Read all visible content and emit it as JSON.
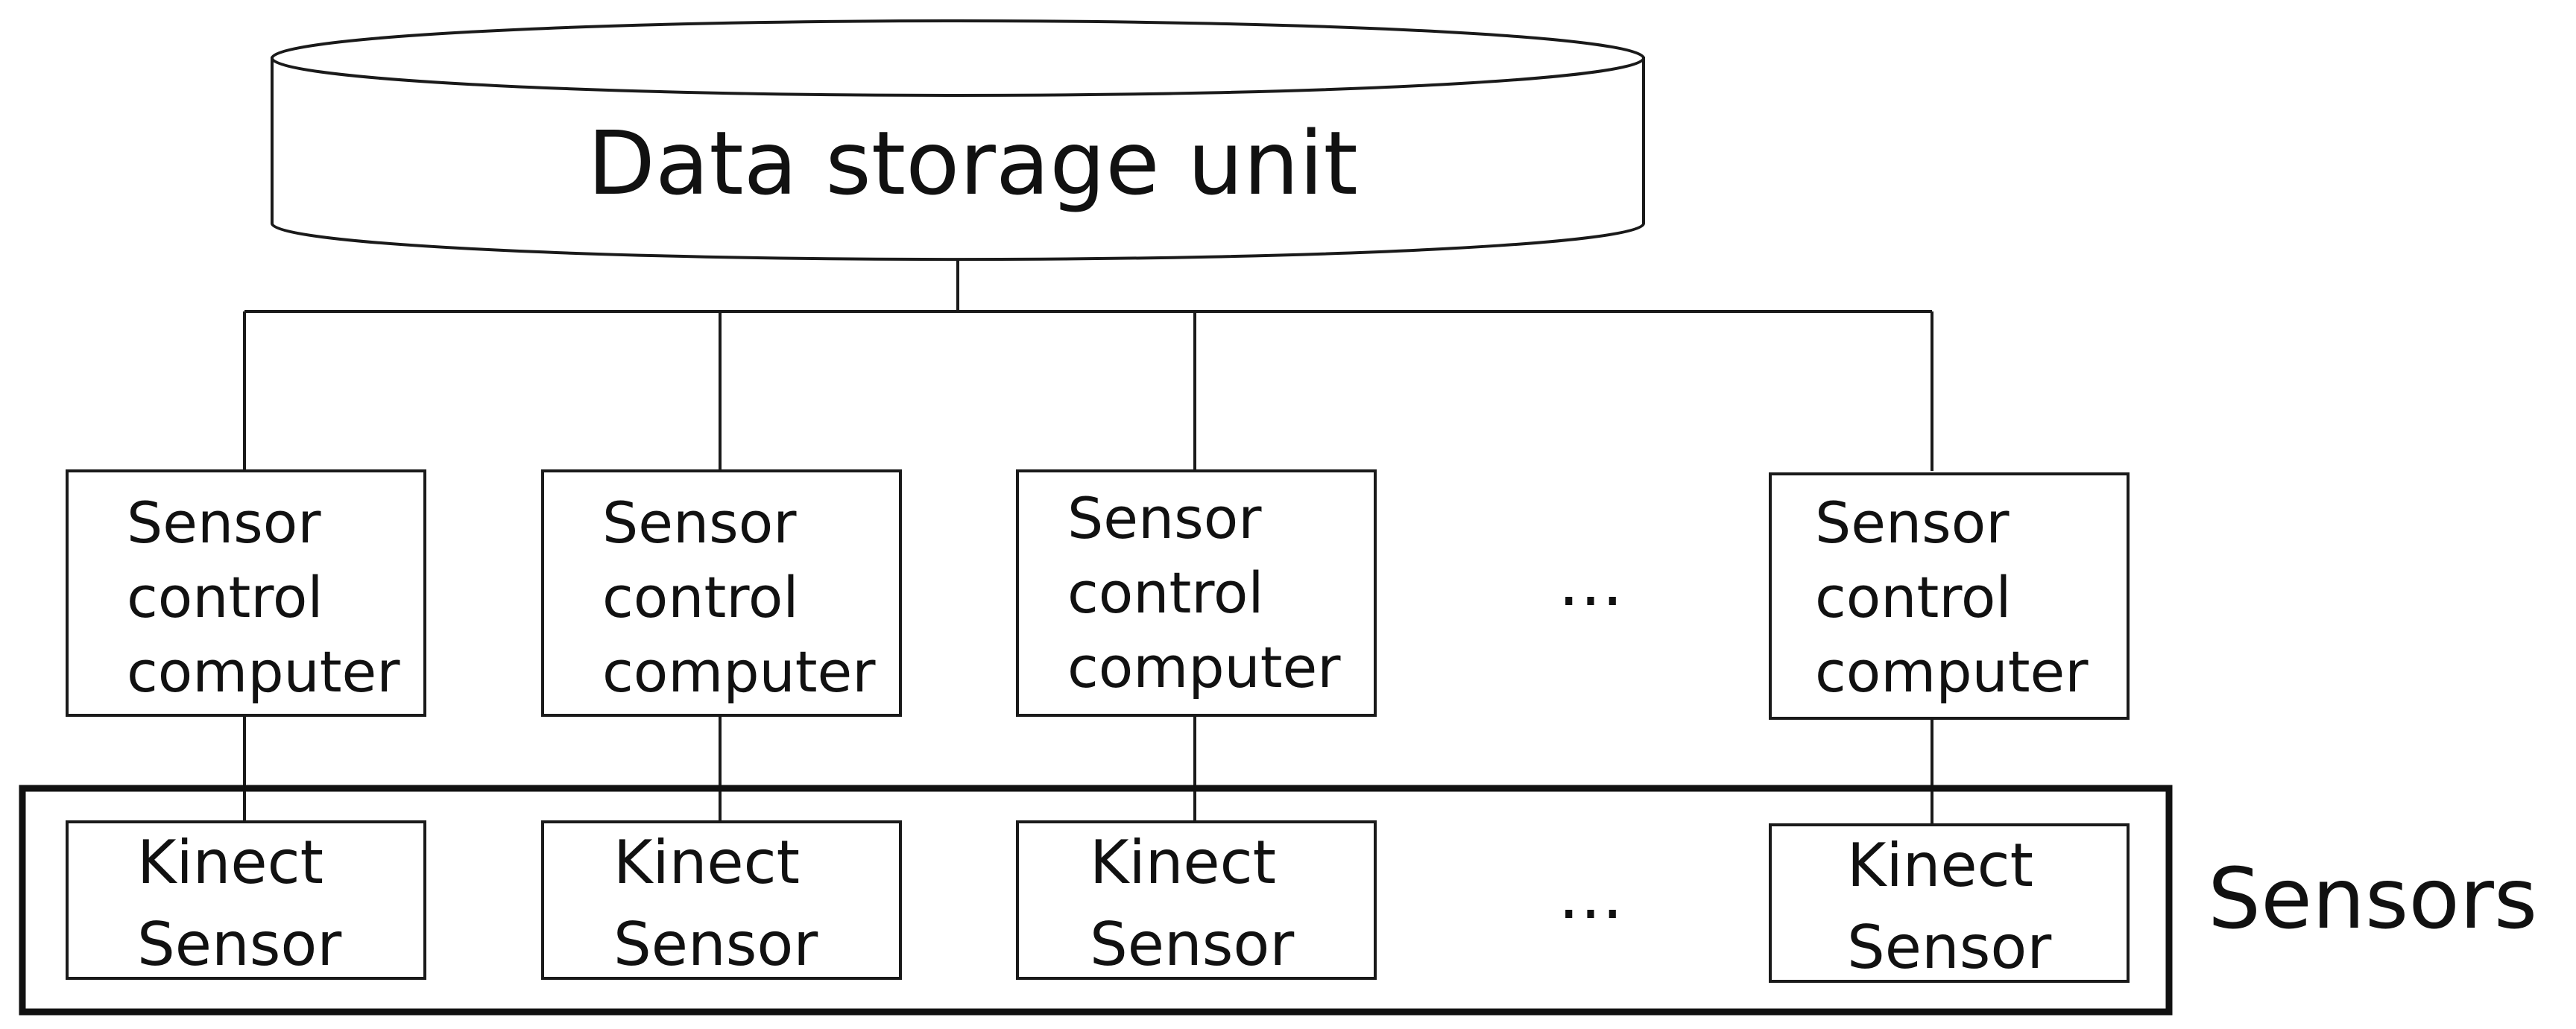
{
  "storage": {
    "label": "Data storage unit"
  },
  "computers": [
    {
      "lines": [
        "Sensor",
        "control",
        "computer"
      ]
    },
    {
      "lines": [
        "Sensor",
        "control",
        "computer"
      ]
    },
    {
      "lines": [
        "Sensor",
        "control",
        "computer"
      ]
    },
    {
      "lines": [
        "Sensor",
        "control",
        "computer"
      ]
    }
  ],
  "sensors": [
    {
      "lines": [
        "Kinect",
        "Sensor"
      ]
    },
    {
      "lines": [
        "Kinect",
        "Sensor"
      ]
    },
    {
      "lines": [
        "Kinect",
        "Sensor"
      ]
    },
    {
      "lines": [
        "Kinect",
        "Sensor"
      ]
    }
  ],
  "ellipsis": {
    "computers": "…",
    "sensors": "…"
  },
  "sensors_group": {
    "label": "Sensors"
  }
}
